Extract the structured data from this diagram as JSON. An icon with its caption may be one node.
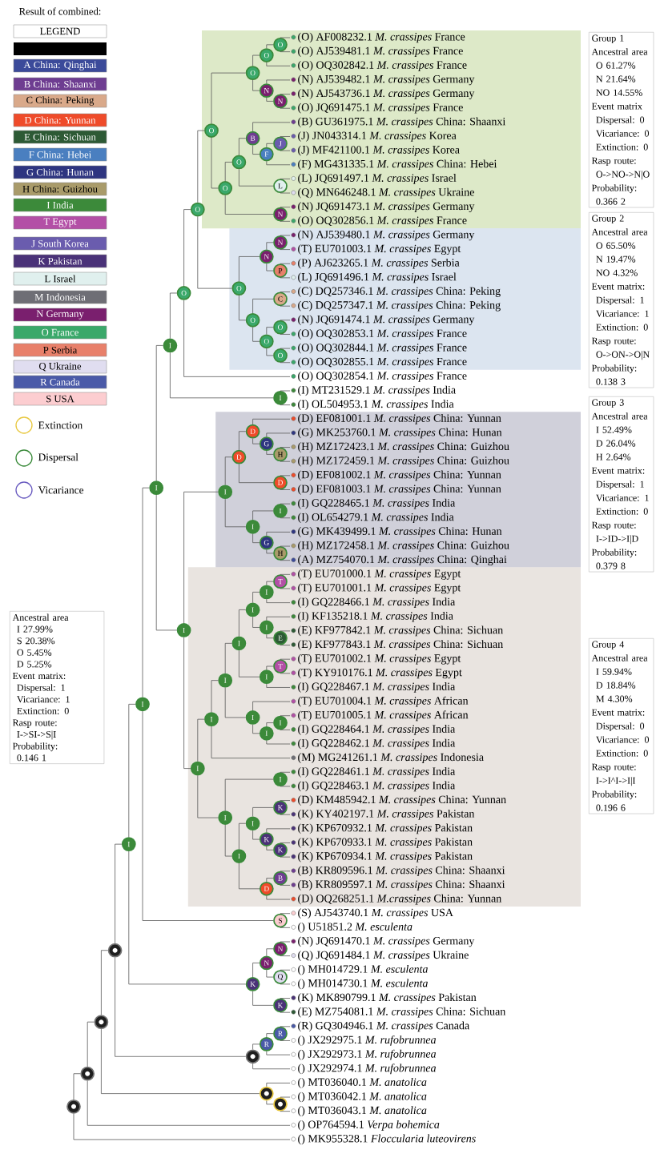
{
  "diagram": {
    "nodes": [
      {
        "text": [
          "(O) AF008232.1 *M. crassipes* France"
        ]
      },
      {
        "text": [
          "(O) AJ539481.1 *M. crassipes* France"
        ]
      },
      {
        "text": [
          "(O) OQ302842.1 *M. crassipes* France"
        ]
      },
      {
        "text": [
          "(N) AJ539482.1 *M. crassipes* Germany"
        ]
      },
      {
        "text": [
          "(N) AJ543736.1 *M. crassipes* Germany"
        ]
      },
      {
        "text": [
          "(O) JQ691475.1 *M. crassipes* France"
        ]
      },
      {
        "text": [
          "(B) GU361975.1 *M. crassipes* China: Shaanxi"
        ]
      },
      {
        "text": [
          "(J) JN043314.1 *M. crassipes* Korea"
        ]
      },
      {
        "text": [
          "(J) MF421100.1 *M. crassipes* Korea"
        ]
      },
      {
        "text": [
          "(F) MG431335.1 *M. crassipes* China: Hebei"
        ]
      },
      {
        "text": [
          "(L) JQ691497.1 *M. crassipes* Israel"
        ]
      },
      {
        "text": [
          "(Q) MN646248.1 *M. crassipes* Ukraine"
        ]
      },
      {
        "text": [
          "(N) JQ691473.1 *M. crassipes* Germany"
        ]
      },
      {
        "text": [
          "(O) OQ302856.1 *M. crassipes* France"
        ]
      },
      {
        "text": [
          "(N) AJ539480.1 *M. crassipes* Germany"
        ]
      },
      {
        "text": [
          "(T) EU701003.1 *M. crassipes* Egypt"
        ]
      },
      {
        "text": [
          "(P) AJ623265.1 *M. crassipes* Serbia"
        ]
      },
      {
        "text": [
          "(L) JQ691496.1 *M. crassipes* Israel"
        ]
      },
      {
        "text": [
          "(C) DQ257346.1 *M. crassipes* China: Peking"
        ]
      },
      {
        "text": [
          "(C) DQ257347.1 *M. crassipes* China: Peking"
        ]
      },
      {
        "text": [
          "(N) JQ691474.1 *M. crassipes* Germany"
        ]
      },
      {
        "text": [
          "(O) OQ302853.1 *M. crassipes* France"
        ]
      },
      {
        "text": [
          "(O) OQ302844.1 *M. crassipes* France"
        ]
      },
      {
        "text": [
          "(O) OQ302855.1 *M. crassipes* France"
        ]
      },
      {
        "text": [
          "(O) OQ302854.1 *M. crassipes* France"
        ]
      },
      {
        "text": [
          "(I) MT231529.1 *M. crassipes* India"
        ]
      },
      {
        "text": [
          "(I) OL504953.1 *M. crassipes* India"
        ]
      },
      {
        "text": [
          "(D) EF081001.1 *M. crassipes* China: Yunnan"
        ]
      },
      {
        "text": [
          "(G) MK253760.1 *M. crassipes* China: Hunan"
        ]
      },
      {
        "text": [
          "(H) MZ172423.1 *M. crassipes* China: Guizhou"
        ]
      },
      {
        "text": [
          "(H) MZ172459.1 *M. crassipes* China: Guizhou"
        ]
      },
      {
        "text": [
          "(D) EF081002.1 *M. crassipes* China: Yunnan"
        ]
      },
      {
        "text": [
          "(D) EF081003.1 *M. crassipes* China: Yunnan"
        ]
      },
      {
        "text": [
          "(I) GQ228465.1 *M. crassipes* India"
        ]
      },
      {
        "text": [
          "(I) OL654279.1 *M. crassipes* India"
        ]
      },
      {
        "text": [
          "(G) MK439499.1 *M. crassipes* China: Hunan"
        ]
      },
      {
        "text": [
          "(H) MZ172458.1 *M. crassipes* China: Guizhou"
        ]
      },
      {
        "text": [
          "(A) MZ754070.1 *M. crassipes* China: Qinghai"
        ]
      },
      {
        "text": [
          "(T) EU701000.1 *M. crassipes* Egypt"
        ]
      },
      {
        "text": [
          "(T) EU701001.1 *M. crassipes* Egypt"
        ]
      },
      {
        "text": [
          "(I) GQ228466.1 *M. crassipes* India"
        ]
      },
      {
        "text": [
          "(I) KF135218.1 *M. crassipes* India"
        ]
      },
      {
        "text": [
          "(E) KF977842.1 *M. crassipes* China: Sichuan"
        ]
      },
      {
        "text": [
          "(E) KF977843.1 *M. crassipes* China: Sichuan"
        ]
      },
      {
        "text": [
          "(T) EU701002.1 *M. crassipes* Egypt"
        ]
      },
      {
        "text": [
          "(T) KY910176.1 *M. crassipes* Egypt"
        ]
      },
      {
        "text": [
          "(I) GQ228467.1 *M. crassipes* India"
        ]
      },
      {
        "text": [
          "(T) EU701004.1 *M. crassipes* African"
        ]
      },
      {
        "text": [
          "(T) EU701005.1 *M. crassipes* African"
        ]
      },
      {
        "text": [
          "(I) GQ228464.1 *M. crassipes* India"
        ]
      },
      {
        "text": [
          "(I) GQ228462.1 *M. crassipes* India"
        ]
      },
      {
        "text": [
          "(M) MG241261.1 *M. crassipes* Indonesia"
        ]
      },
      {
        "text": [
          "(I) GQ228461.1 *M. crassipes* India"
        ]
      },
      {
        "text": [
          "(I) GQ228463.1 *M. crassipes* India"
        ]
      },
      {
        "text": [
          "(D) KM485942.1 *M. crassipes* China: Yunnan"
        ]
      },
      {
        "text": [
          "(K) KY402197.1 *M. crassipes* Pakistan"
        ]
      },
      {
        "text": [
          "(K) KP670932.1 *M. crassipes* Pakistan"
        ]
      },
      {
        "text": [
          "(K) KP670933.1 *M. crassipes* Pakistan"
        ]
      },
      {
        "text": [
          "(K) KP670934.1 *M. crassipes* Pakistan"
        ]
      },
      {
        "text": [
          "(B) KR809596.1 *M. crassipes* China: Shaanxi"
        ]
      },
      {
        "text": [
          "(B) KR809597.1 *M. crassipes* China: Shaanxi"
        ]
      },
      {
        "text": [
          "(D) OQ268251.1 *M.crassipes* China: Yunnan"
        ]
      },
      {
        "text": [
          "(S) AJ543740.1 *M. crassipes* USA"
        ]
      },
      {
        "text": [
          "() U51851.2 *M. esculenta*"
        ]
      },
      {
        "text": [
          "(N) JQ691470.1 *M. crassipes* Germany"
        ]
      },
      {
        "text": [
          "(Q) JQ691484.1 *M. crassipes* Ukraine"
        ]
      },
      {
        "text": [
          "() MH014729.1 *M. esculenta*"
        ]
      },
      {
        "text": [
          "() MH014730.1 *M. esculenta*"
        ]
      },
      {
        "text": [
          "(K) MK890799.1 *M. crassipes* Pakistan"
        ]
      },
      {
        "text": [
          "(E) MZ754081.1 *M. crassipes* China: Sichuan"
        ]
      },
      {
        "text": [
          "(R) GQ304946.1 *M. crassipes* Canada"
        ]
      },
      {
        "text": [
          "() JX292975.1 *M. rufobrunnea*"
        ]
      },
      {
        "text": [
          "() JX292973.1 *M. rufobrunnea*"
        ]
      },
      {
        "text": [
          "() JX292974.1 *M. rufobrunnea*"
        ]
      },
      {
        "text": [
          "() MT036040.1 *M. anatolica*"
        ]
      },
      {
        "text": [
          "() MT036042.1 *M. anatolica*"
        ]
      },
      {
        "text": [
          "() MT036043.1 *M. anatolica*"
        ]
      },
      {
        "text": [
          "() OP764594.1 *Verpa bohemica*"
        ]
      },
      {
        "text": [
          "() MK955328.1 *Floccularia luteovirens*"
        ]
      },
      {
        "text": [
          "O"
        ]
      },
      {
        "text": [
          "O"
        ]
      },
      {
        "text": [
          "N"
        ]
      },
      {
        "text": [
          "N"
        ]
      },
      {
        "text": [
          "O"
        ]
      },
      {
        "text": [
          "J"
        ]
      },
      {
        "text": [
          "F"
        ]
      },
      {
        "text": [
          "B"
        ]
      },
      {
        "text": [
          "L"
        ]
      },
      {
        "text": [
          "O"
        ]
      },
      {
        "text": [
          "N"
        ]
      },
      {
        "text": [
          "O"
        ]
      },
      {
        "text": [
          "O"
        ]
      },
      {
        "text": [
          "N"
        ]
      },
      {
        "text": [
          "P"
        ]
      },
      {
        "text": [
          "N"
        ]
      },
      {
        "text": [
          "C"
        ]
      },
      {
        "text": [
          "O"
        ]
      },
      {
        "text": [
          "O"
        ]
      },
      {
        "text": [
          "O"
        ]
      },
      {
        "text": [
          "O"
        ]
      },
      {
        "text": [
          "O"
        ]
      },
      {
        "text": [
          "O"
        ]
      },
      {
        "text": [
          "O"
        ]
      },
      {
        "text": [
          "I"
        ]
      },
      {
        "text": [
          "I"
        ]
      },
      {
        "text": [
          "H"
        ]
      },
      {
        "text": [
          "G"
        ]
      },
      {
        "text": [
          "D"
        ]
      },
      {
        "text": [
          "D"
        ]
      },
      {
        "text": [
          "D"
        ]
      },
      {
        "text": [
          "I"
        ]
      },
      {
        "text": [
          "H"
        ]
      },
      {
        "text": [
          "G"
        ]
      },
      {
        "text": [
          "I"
        ]
      },
      {
        "text": [
          "I"
        ]
      },
      {
        "text": [
          "T"
        ]
      },
      {
        "text": [
          "I"
        ]
      },
      {
        "text": [
          "E"
        ]
      },
      {
        "text": [
          "I"
        ]
      },
      {
        "text": [
          "I"
        ]
      },
      {
        "text": [
          "T"
        ]
      },
      {
        "text": [
          "I"
        ]
      },
      {
        "text": [
          "I"
        ]
      },
      {
        "text": [
          "I"
        ]
      },
      {
        "text": [
          "I"
        ]
      },
      {
        "text": [
          "I"
        ]
      },
      {
        "text": [
          "I"
        ]
      },
      {
        "text": [
          "I"
        ]
      },
      {
        "text": [
          "I"
        ]
      },
      {
        "text": [
          "K"
        ]
      },
      {
        "text": [
          "K"
        ]
      },
      {
        "text": [
          "K"
        ]
      },
      {
        "text": [
          "I"
        ]
      },
      {
        "text": [
          "B"
        ]
      },
      {
        "text": [
          "D"
        ]
      },
      {
        "text": [
          "I"
        ]
      },
      {
        "text": [
          "I"
        ]
      },
      {
        "text": [
          "I"
        ]
      },
      {
        "text": [
          "I"
        ]
      },
      {
        "text": [
          "I"
        ]
      },
      {
        "text": [
          "S"
        ]
      },
      {
        "text": [
          "I"
        ]
      },
      {
        "text": [
          "N"
        ]
      },
      {
        "text": [
          "Q"
        ]
      },
      {
        "text": [
          "N"
        ]
      },
      {
        "text": [
          "K"
        ]
      },
      {
        "text": [
          "K"
        ]
      },
      {
        "text": [
          "I"
        ]
      },
      {
        "text": [
          "R"
        ]
      },
      {
        "text": [
          "R"
        ]
      },
      {
        "text": [],
        "shape": "circle"
      },
      {
        "text": [],
        "shape": "circle"
      },
      {
        "text": [],
        "shape": "circle"
      },
      {
        "text": [],
        "shape": "circle"
      },
      {
        "text": [],
        "shape": "circle"
      },
      {
        "text": [],
        "shape": "circle"
      },
      {
        "text": [],
        "shape": "circle"
      },
      {
        "text": [
          "Group 1",
          "Ancestral area",
          "O 61.27%",
          "N 21.64%",
          "NO 14.55%",
          "Event matrix",
          "Dispersal: 0",
          "Vicariance: 0",
          "Extinction: 0",
          "Rasp route:",
          "O->NO->N|O",
          "Probability:",
          "0.366 2"
        ]
      },
      {
        "text": [
          "Group 2",
          "Ancestral area",
          "O 65.50%",
          "N 19.47%",
          "NO 4.32%",
          "Event matrix:",
          "Dispersal: 1",
          "Vicariance: 1",
          "Extinction: 0",
          "Rasp route:",
          "O->ON->O|N",
          "Probability:",
          "0.138 3"
        ]
      },
      {
        "text": [
          "Group 3",
          "Ancestral area",
          "I 52.49%",
          "D 26.04%",
          "H 2.64%",
          "Event matrix:",
          "Dispersal: 1",
          "Vicariance: 1",
          "Extinction: 0",
          "Rasp route:",
          "I->ID->I|D",
          "Probability:",
          "0.379 8"
        ]
      },
      {
        "text": [
          "Group 4",
          "Ancestral area",
          "I 59.94%",
          "D 18.84%",
          "M 4.30%",
          "Event matrix:",
          "Dispersal: 0",
          "Vicariance: 0",
          "Extinction: 0",
          "Rasp route:",
          "I->I^I->I|I",
          "Probability:",
          "0.196 6"
        ]
      },
      {
        "text": [
          "Ancestral area",
          "I 27.99%",
          "S 20.38%",
          "O 5.45%",
          "D 5.25%",
          "Event matrix:",
          "Dispersal: 1",
          "Vicariance: 1",
          "Extinction: 0",
          "Rasp route:",
          "I->SI->S|I",
          "Probability:",
          "0.146 1"
        ]
      }
    ],
    "edges": [
      {
        "from": 79,
        "to": 0,
        "arrow": "none"
      },
      {
        "from": 79,
        "to": 1,
        "arrow": "none"
      },
      {
        "from": 80,
        "to": 79,
        "arrow": "none"
      },
      {
        "from": 80,
        "to": 2,
        "arrow": "none"
      },
      {
        "from": 81,
        "to": 4,
        "arrow": "none"
      },
      {
        "from": 81,
        "to": 5,
        "arrow": "none"
      },
      {
        "from": 82,
        "to": 3,
        "arrow": "none"
      },
      {
        "from": 82,
        "to": 81,
        "arrow": "none"
      },
      {
        "from": 83,
        "to": 80,
        "arrow": "none"
      },
      {
        "from": 83,
        "to": 82,
        "arrow": "none"
      },
      {
        "from": 84,
        "to": 7,
        "arrow": "none"
      },
      {
        "from": 84,
        "to": 8,
        "arrow": "none"
      },
      {
        "from": 85,
        "to": 84,
        "arrow": "none"
      },
      {
        "from": 85,
        "to": 9,
        "arrow": "none"
      },
      {
        "from": 86,
        "to": 6,
        "arrow": "none"
      },
      {
        "from": 86,
        "to": 85,
        "arrow": "none"
      },
      {
        "from": 87,
        "to": 10,
        "arrow": "none"
      },
      {
        "from": 87,
        "to": 11,
        "arrow": "none"
      },
      {
        "from": 88,
        "to": 86,
        "arrow": "none"
      },
      {
        "from": 88,
        "to": 87,
        "arrow": "none"
      },
      {
        "from": 89,
        "to": 12,
        "arrow": "none"
      },
      {
        "from": 89,
        "to": 13,
        "arrow": "none"
      },
      {
        "from": 90,
        "to": 88,
        "arrow": "none"
      },
      {
        "from": 90,
        "to": 89,
        "arrow": "none"
      },
      {
        "from": 91,
        "to": 83,
        "arrow": "none"
      },
      {
        "from": 91,
        "to": 90,
        "arrow": "none"
      },
      {
        "from": 92,
        "to": 14,
        "arrow": "none"
      },
      {
        "from": 92,
        "to": 15,
        "arrow": "none"
      },
      {
        "from": 93,
        "to": 16,
        "arrow": "none"
      },
      {
        "from": 93,
        "to": 17,
        "arrow": "none"
      },
      {
        "from": 94,
        "to": 92,
        "arrow": "none"
      },
      {
        "from": 94,
        "to": 93,
        "arrow": "none"
      },
      {
        "from": 95,
        "to": 18,
        "arrow": "none"
      },
      {
        "from": 95,
        "to": 19,
        "arrow": "none"
      },
      {
        "from": 96,
        "to": 20,
        "arrow": "none"
      },
      {
        "from": 96,
        "to": 21,
        "arrow": "none"
      },
      {
        "from": 97,
        "to": 22,
        "arrow": "none"
      },
      {
        "from": 97,
        "to": 23,
        "arrow": "none"
      },
      {
        "from": 98,
        "to": 96,
        "arrow": "none"
      },
      {
        "from": 98,
        "to": 97,
        "arrow": "none"
      },
      {
        "from": 99,
        "to": 95,
        "arrow": "none"
      },
      {
        "from": 99,
        "to": 98,
        "arrow": "none"
      },
      {
        "from": 100,
        "to": 94,
        "arrow": "none"
      },
      {
        "from": 100,
        "to": 99,
        "arrow": "none"
      },
      {
        "from": 101,
        "to": 91,
        "arrow": "none"
      },
      {
        "from": 101,
        "to": 100,
        "arrow": "none"
      },
      {
        "from": 102,
        "to": 101,
        "arrow": "none"
      },
      {
        "from": 102,
        "to": 24,
        "arrow": "none"
      },
      {
        "from": 103,
        "to": 25,
        "arrow": "none"
      },
      {
        "from": 103,
        "to": 26,
        "arrow": "none"
      },
      {
        "from": 104,
        "to": 102,
        "arrow": "none"
      },
      {
        "from": 104,
        "to": 103,
        "arrow": "none"
      },
      {
        "from": 105,
        "to": 29,
        "arrow": "none"
      },
      {
        "from": 105,
        "to": 30,
        "arrow": "none"
      },
      {
        "from": 106,
        "to": 28,
        "arrow": "none"
      },
      {
        "from": 106,
        "to": 105,
        "arrow": "none"
      },
      {
        "from": 107,
        "to": 27,
        "arrow": "none"
      },
      {
        "from": 107,
        "to": 106,
        "arrow": "none"
      },
      {
        "from": 108,
        "to": 31,
        "arrow": "none"
      },
      {
        "from": 108,
        "to": 32,
        "arrow": "none"
      },
      {
        "from": 109,
        "to": 107,
        "arrow": "none"
      },
      {
        "from": 109,
        "to": 108,
        "arrow": "none"
      },
      {
        "from": 110,
        "to": 33,
        "arrow": "none"
      },
      {
        "from": 110,
        "to": 34,
        "arrow": "none"
      },
      {
        "from": 111,
        "to": 36,
        "arrow": "none"
      },
      {
        "from": 111,
        "to": 37,
        "arrow": "none"
      },
      {
        "from": 112,
        "to": 35,
        "arrow": "none"
      },
      {
        "from": 112,
        "to": 111,
        "arrow": "none"
      },
      {
        "from": 113,
        "to": 110,
        "arrow": "none"
      },
      {
        "from": 113,
        "to": 112,
        "arrow": "none"
      },
      {
        "from": 114,
        "to": 109,
        "arrow": "none"
      },
      {
        "from": 114,
        "to": 113,
        "arrow": "none"
      },
      {
        "from": 115,
        "to": 38,
        "arrow": "none"
      },
      {
        "from": 115,
        "to": 39,
        "arrow": "none"
      },
      {
        "from": 116,
        "to": 115,
        "arrow": "none"
      },
      {
        "from": 116,
        "to": 40,
        "arrow": "none"
      },
      {
        "from": 117,
        "to": 42,
        "arrow": "none"
      },
      {
        "from": 117,
        "to": 43,
        "arrow": "none"
      },
      {
        "from": 118,
        "to": 41,
        "arrow": "none"
      },
      {
        "from": 118,
        "to": 117,
        "arrow": "none"
      },
      {
        "from": 119,
        "to": 116,
        "arrow": "none"
      },
      {
        "from": 119,
        "to": 118,
        "arrow": "none"
      },
      {
        "from": 120,
        "to": 44,
        "arrow": "none"
      },
      {
        "from": 120,
        "to": 45,
        "arrow": "none"
      },
      {
        "from": 121,
        "to": 120,
        "arrow": "none"
      },
      {
        "from": 121,
        "to": 46,
        "arrow": "none"
      },
      {
        "from": 122,
        "to": 119,
        "arrow": "none"
      },
      {
        "from": 122,
        "to": 121,
        "arrow": "none"
      },
      {
        "from": 123,
        "to": 48,
        "arrow": "none"
      },
      {
        "from": 123,
        "to": 49,
        "arrow": "none"
      },
      {
        "from": 124,
        "to": 123,
        "arrow": "none"
      },
      {
        "from": 124,
        "to": 50,
        "arrow": "none"
      },
      {
        "from": 125,
        "to": 47,
        "arrow": "none"
      },
      {
        "from": 125,
        "to": 124,
        "arrow": "none"
      },
      {
        "from": 126,
        "to": 122,
        "arrow": "none"
      },
      {
        "from": 126,
        "to": 125,
        "arrow": "none"
      },
      {
        "from": 127,
        "to": 126,
        "arrow": "none"
      },
      {
        "from": 127,
        "to": 51,
        "arrow": "none"
      },
      {
        "from": 128,
        "to": 52,
        "arrow": "none"
      },
      {
        "from": 128,
        "to": 53,
        "arrow": "none"
      },
      {
        "from": 129,
        "to": 54,
        "arrow": "none"
      },
      {
        "from": 129,
        "to": 55,
        "arrow": "none"
      },
      {
        "from": 130,
        "to": 57,
        "arrow": "none"
      },
      {
        "from": 130,
        "to": 58,
        "arrow": "none"
      },
      {
        "from": 131,
        "to": 56,
        "arrow": "none"
      },
      {
        "from": 131,
        "to": 130,
        "arrow": "none"
      },
      {
        "from": 132,
        "to": 129,
        "arrow": "none"
      },
      {
        "from": 132,
        "to": 131,
        "arrow": "none"
      },
      {
        "from": 133,
        "to": 59,
        "arrow": "none"
      },
      {
        "from": 133,
        "to": 60,
        "arrow": "none"
      },
      {
        "from": 134,
        "to": 133,
        "arrow": "none"
      },
      {
        "from": 134,
        "to": 61,
        "arrow": "none"
      },
      {
        "from": 135,
        "to": 132,
        "arrow": "none"
      },
      {
        "from": 135,
        "to": 134,
        "arrow": "none"
      },
      {
        "from": 136,
        "to": 128,
        "arrow": "none"
      },
      {
        "from": 136,
        "to": 135,
        "arrow": "none"
      },
      {
        "from": 137,
        "to": 127,
        "arrow": "none"
      },
      {
        "from": 137,
        "to": 136,
        "arrow": "none"
      },
      {
        "from": 138,
        "to": 114,
        "arrow": "none"
      },
      {
        "from": 138,
        "to": 137,
        "arrow": "none"
      },
      {
        "from": 139,
        "to": 104,
        "arrow": "none"
      },
      {
        "from": 139,
        "to": 138,
        "arrow": "none"
      },
      {
        "from": 140,
        "to": 62,
        "arrow": "none"
      },
      {
        "from": 140,
        "to": 63,
        "arrow": "none"
      },
      {
        "from": 141,
        "to": 139,
        "arrow": "none"
      },
      {
        "from": 141,
        "to": 140,
        "arrow": "none"
      },
      {
        "from": 142,
        "to": 64,
        "arrow": "none"
      },
      {
        "from": 142,
        "to": 65,
        "arrow": "none"
      },
      {
        "from": 143,
        "to": 66,
        "arrow": "none"
      },
      {
        "from": 143,
        "to": 67,
        "arrow": "none"
      },
      {
        "from": 144,
        "to": 142,
        "arrow": "none"
      },
      {
        "from": 144,
        "to": 143,
        "arrow": "none"
      },
      {
        "from": 145,
        "to": 68,
        "arrow": "none"
      },
      {
        "from": 145,
        "to": 69,
        "arrow": "none"
      },
      {
        "from": 146,
        "to": 144,
        "arrow": "none"
      },
      {
        "from": 146,
        "to": 145,
        "arrow": "none"
      },
      {
        "from": 147,
        "to": 141,
        "arrow": "none"
      },
      {
        "from": 147,
        "to": 146,
        "arrow": "none"
      },
      {
        "from": 148,
        "to": 70,
        "arrow": "none"
      },
      {
        "from": 148,
        "to": 71,
        "arrow": "none"
      },
      {
        "from": 149,
        "to": 148,
        "arrow": "none"
      },
      {
        "from": 149,
        "to": 72,
        "arrow": "none"
      },
      {
        "from": 150,
        "to": 149,
        "arrow": "none"
      },
      {
        "from": 150,
        "to": 73,
        "arrow": "none"
      },
      {
        "from": 151,
        "to": 147,
        "arrow": "none"
      },
      {
        "from": 151,
        "to": 150,
        "arrow": "none"
      },
      {
        "from": 152,
        "to": 75,
        "arrow": "none"
      },
      {
        "from": 152,
        "to": 76,
        "arrow": "none"
      },
      {
        "from": 153,
        "to": 74,
        "arrow": "none"
      },
      {
        "from": 153,
        "to": 152,
        "arrow": "none"
      },
      {
        "from": 154,
        "to": 151,
        "arrow": "none"
      },
      {
        "from": 154,
        "to": 153,
        "arrow": "none"
      },
      {
        "from": 155,
        "to": 154,
        "arrow": "none"
      },
      {
        "from": 155,
        "to": 77,
        "arrow": "none"
      },
      {
        "from": 156,
        "to": 155,
        "arrow": "none"
      },
      {
        "from": 156,
        "to": 78,
        "arrow": "none"
      }
    ],
    "labels": [
      "Result of combined:",
      "LEGEND"
    ],
    "legend": [
      {
        "text": "A China: Qinghai",
        "color": "#3b4a9a"
      },
      {
        "text": "B China: Shaanxi",
        "color": "#6e3d91"
      },
      {
        "text": "C China: Peking",
        "color": "#d9a98a"
      },
      {
        "text": "D China: Yunnan",
        "color": "#ef4b2a"
      },
      {
        "text": "E China: Sichuan",
        "color": "#2d5a35"
      },
      {
        "text": "F China: Hebei",
        "color": "#4a7fc0"
      },
      {
        "text": "G China: Hunan",
        "color": "#2e3580"
      },
      {
        "text": "H China: Guizhou",
        "color": "#a99b6a"
      },
      {
        "text": "I India",
        "color": "#3c8a3a"
      },
      {
        "text": "T Egypt",
        "color": "#b34fa6"
      },
      {
        "text": "J South Korea",
        "color": "#6a5cae"
      },
      {
        "text": "K Pakistan",
        "color": "#4a3278"
      },
      {
        "text": "L Israel",
        "color": "#e0f0ee"
      },
      {
        "text": "M Indonesia",
        "color": "#6e6e75"
      },
      {
        "text": "N Germany",
        "color": "#7a1f6e"
      },
      {
        "text": "O France",
        "color": "#3aa86a"
      },
      {
        "text": "P Serbia",
        "color": "#e8806a"
      },
      {
        "text": "Q Ukraine",
        "color": "#e0ddf0"
      },
      {
        "text": "R Canada",
        "color": "#4a5aa8"
      },
      {
        "text": "S USA",
        "color": "#fccdd0"
      },
      {
        "text": "Extinction"
      },
      {
        "text": "Dispersal"
      },
      {
        "text": "Vicariance"
      }
    ]
  }
}
